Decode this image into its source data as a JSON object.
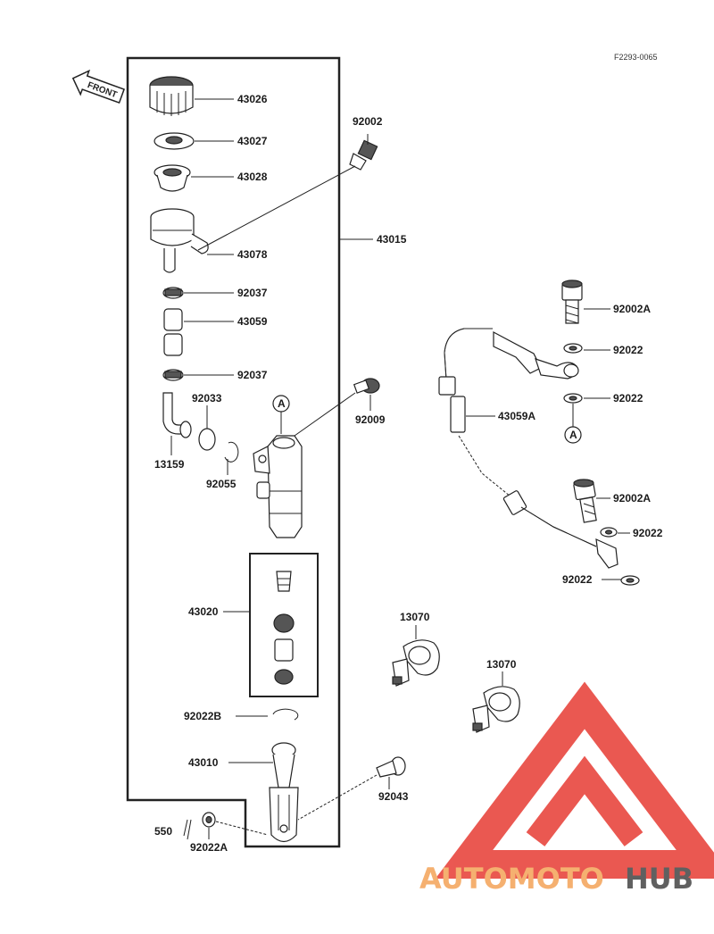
{
  "ref_code": "F2293-0065",
  "front_label": "FRONT",
  "callout_letter": "A",
  "parts": {
    "p43026": "43026",
    "p43027": "43027",
    "p43028": "43028",
    "p43078": "43078",
    "p92037a": "92037",
    "p43059": "43059",
    "p92037b": "92037",
    "p92033": "92033",
    "p13159": "13159",
    "p92055": "92055",
    "p92002": "92002",
    "p43015": "43015",
    "p92009": "92009",
    "p43020": "43020",
    "p92022B": "92022B",
    "p43010": "43010",
    "p92043": "92043",
    "p550": "550",
    "p92022A_bottom": "92022A",
    "p92002A_top": "92002A",
    "p92022_1": "92022",
    "p92022_2": "92022",
    "p43059A": "43059A",
    "p92002A_mid": "92002A",
    "p92022_3": "92022",
    "p92022_4": "92022",
    "p13070a": "13070",
    "p13070b": "13070"
  },
  "watermark": {
    "part1": "AUTOMOTO",
    "part2": "HUB",
    "color1": "#f5b070",
    "color2": "#606060",
    "logo_color": "#e8413a"
  }
}
